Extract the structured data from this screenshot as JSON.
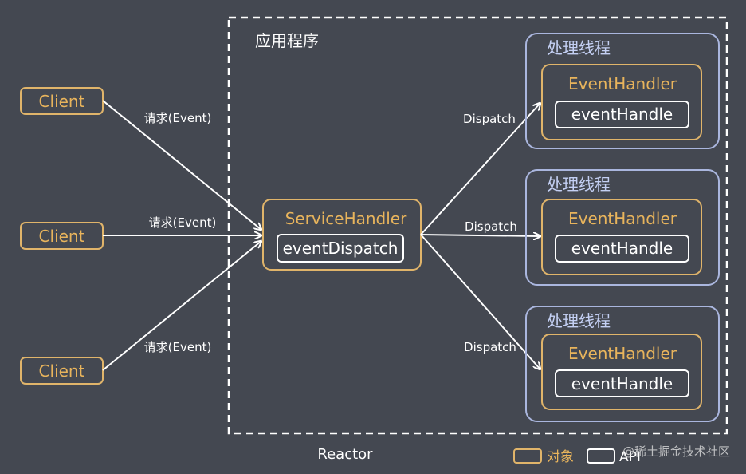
{
  "app": {
    "title": "应用程序",
    "reactor_label": "Reactor"
  },
  "clients": [
    {
      "label": "Client",
      "request_label": "请求(Event)"
    },
    {
      "label": "Client",
      "request_label": "请求(Event)"
    },
    {
      "label": "Client",
      "request_label": "请求(Event)"
    }
  ],
  "service_handler": {
    "label": "ServiceHandler",
    "method": "eventDispatch"
  },
  "dispatch_label": "Dispatch",
  "threads": [
    {
      "title": "处理线程",
      "handler": "EventHandler",
      "method": "eventHandle"
    },
    {
      "title": "处理线程",
      "handler": "EventHandler",
      "method": "eventHandle"
    },
    {
      "title": "处理线程",
      "handler": "EventHandler",
      "method": "eventHandle"
    }
  ],
  "legend": {
    "object_label": "对象",
    "api_label": "API"
  },
  "watermark": "@稀土掘金技术社区",
  "colors": {
    "background": "#444851",
    "object_border": "#e0b46a",
    "object_text": "#e8b45c",
    "thread_border": "#aab6de",
    "thread_text": "#c4d0f4",
    "white": "#ffffff"
  }
}
